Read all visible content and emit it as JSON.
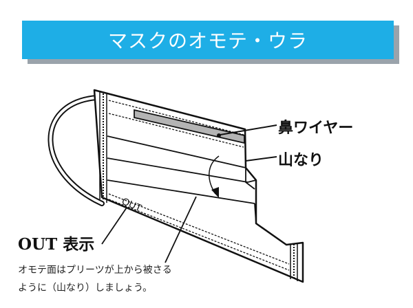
{
  "header": {
    "title": "マスクのオモテ・ウラ"
  },
  "labels": {
    "nose_wire": "鼻ワイヤー",
    "pleat_peak": "山なり",
    "out_mark": "OUT 表示",
    "out_print": "OUT"
  },
  "caption": {
    "line1": "オモテ面はプリーツが上から被さる",
    "line2": "ように（山なり）しましょう。"
  },
  "colors": {
    "banner": "#1eaee6",
    "banner_shadow": "#9aa3ab",
    "wire": "#b4b4b4"
  }
}
